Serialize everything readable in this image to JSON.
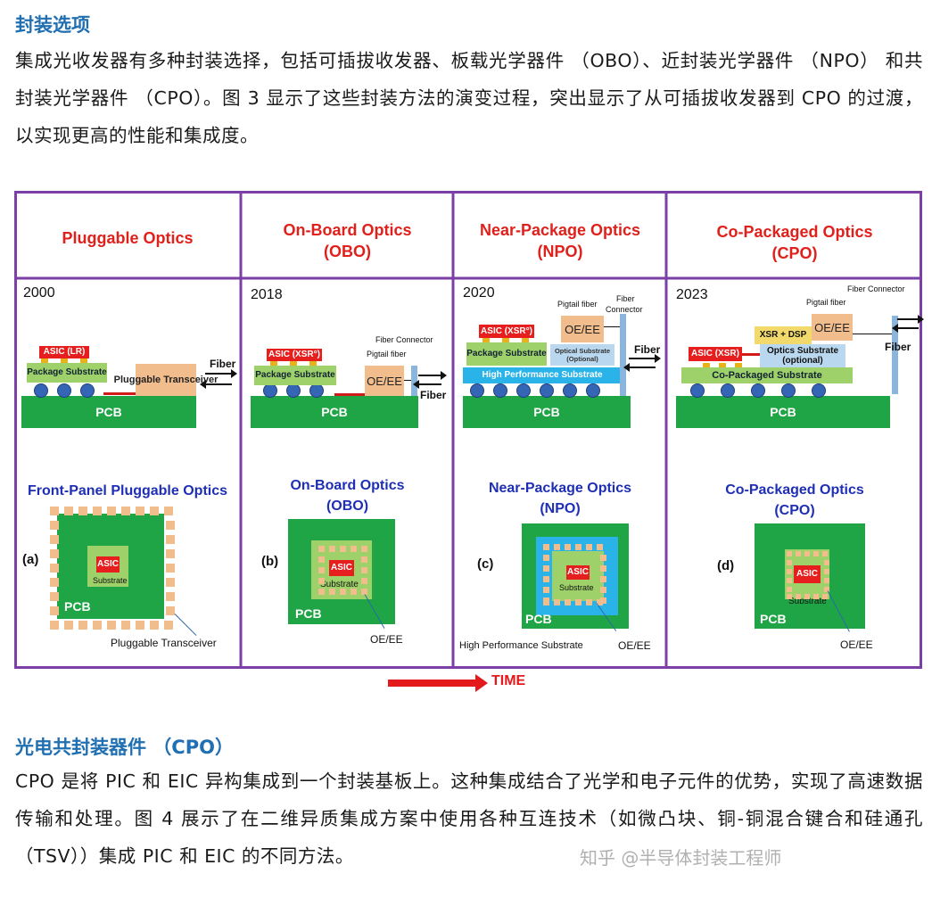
{
  "section1": {
    "heading": "封装选项",
    "paragraph": "集成光收发器有多种封装选择，包括可插拔收发器、板载光学器件 （OBO）、近封装光学器件 （NPO） 和共封装光学器件 （CPO）。图 3 显示了这些封装方法的演变过程，突出显示了从可插拔收发器到 CPO 的过渡，以实现更高的性能和集成度。"
  },
  "figure": {
    "frame_color": "#7b3fa6",
    "panels": [
      {
        "title_line1": "Pluggable Optics",
        "title_line2": "",
        "year": "2000",
        "asic_label": "ASIC (LR)",
        "substrate_label": "Package Substrate",
        "pcb_label": "PCB",
        "module_label": "Pluggable Transceiver",
        "fiber_label": "Fiber",
        "bottom_title_line1": "Front-Panel Pluggable Optics",
        "bottom_title_line2": "",
        "letter": "(a)",
        "asic_core": "ASIC",
        "core_sub": "Substrate",
        "pcb_bottom": "PCB",
        "pointer_label": "Pluggable Transceiver"
      },
      {
        "title_line1": "On-Board Optics",
        "title_line2": "(OBO)",
        "year": "2018",
        "asic_label": "ASIC (XSR°)",
        "substrate_label": "Package Substrate",
        "pcb_label": "PCB",
        "module_label": "OE/EE",
        "pigtail_label": "Pigtail fiber",
        "connector_label": "Fiber Connector",
        "fiber_label": "Fiber",
        "bottom_title_line1": "On-Board Optics",
        "bottom_title_line2": "(OBO)",
        "letter": "(b)",
        "asic_core": "ASIC",
        "core_sub": "Substrate",
        "pcb_bottom": "PCB",
        "pointer_label": "OE/EE"
      },
      {
        "title_line1": "Near-Package Optics",
        "title_line2": "(NPO)",
        "year": "2020",
        "asic_label": "ASIC (XSR°)",
        "substrate_label": "Package Substrate",
        "pcb_label": "PCB",
        "hps_label": "High Performance Substrate",
        "optical_sub_line1": "Optical Substrate",
        "optical_sub_line2": "(Optional)",
        "module_label": "OE/EE",
        "pigtail_label": "Pigtail fiber",
        "connector_line1": "Fiber",
        "connector_line2": "Connector",
        "fiber_label": "Fiber",
        "bottom_title_line1": "Near-Package Optics",
        "bottom_title_line2": "(NPO)",
        "letter": "(c)",
        "asic_core": "ASIC",
        "core_sub": "Substrate",
        "pcb_bottom": "PCB",
        "pointer_label": "OE/EE",
        "hps_bottom_label": "High Performance Substrate"
      },
      {
        "title_line1": "Co-Packaged Optics",
        "title_line2": "(CPO)",
        "year": "2023",
        "asic_label": "ASIC (XSR)",
        "xsr_dsp": "XSR + DSP",
        "optics_sub_line1": "Optics Substrate",
        "optics_sub_line2": "(optional)",
        "cosub_label": "Co-Packaged Substrate",
        "pcb_label": "PCB",
        "module_label": "OE/EE",
        "pigtail_label": "Pigtail fiber",
        "connector_label": "Fiber Connector",
        "fiber_label": "Fiber",
        "bottom_title_line1": "Co-Packaged Optics",
        "bottom_title_line2": "(CPO)",
        "letter": "(d)",
        "asic_core": "ASIC",
        "core_sub": "Substrate",
        "pcb_bottom": "PCB",
        "pointer_label": "OE/EE"
      }
    ],
    "time_label": "TIME"
  },
  "section2": {
    "heading": "光电共封装器件 （CPO）",
    "paragraph": "CPO 是将 PIC 和 EIC 异构集成到一个封装基板上。这种集成结合了光学和电子元件的优势，实现了高速数据传输和处理。图 4 展示了在二维异质集成方案中使用各种互连技术（如微凸块、铜-铜混合键合和硅通孔 （TSV））集成 PIC 和 EIC 的不同方法。"
  },
  "watermark": "知乎 @半导体封装工程师"
}
